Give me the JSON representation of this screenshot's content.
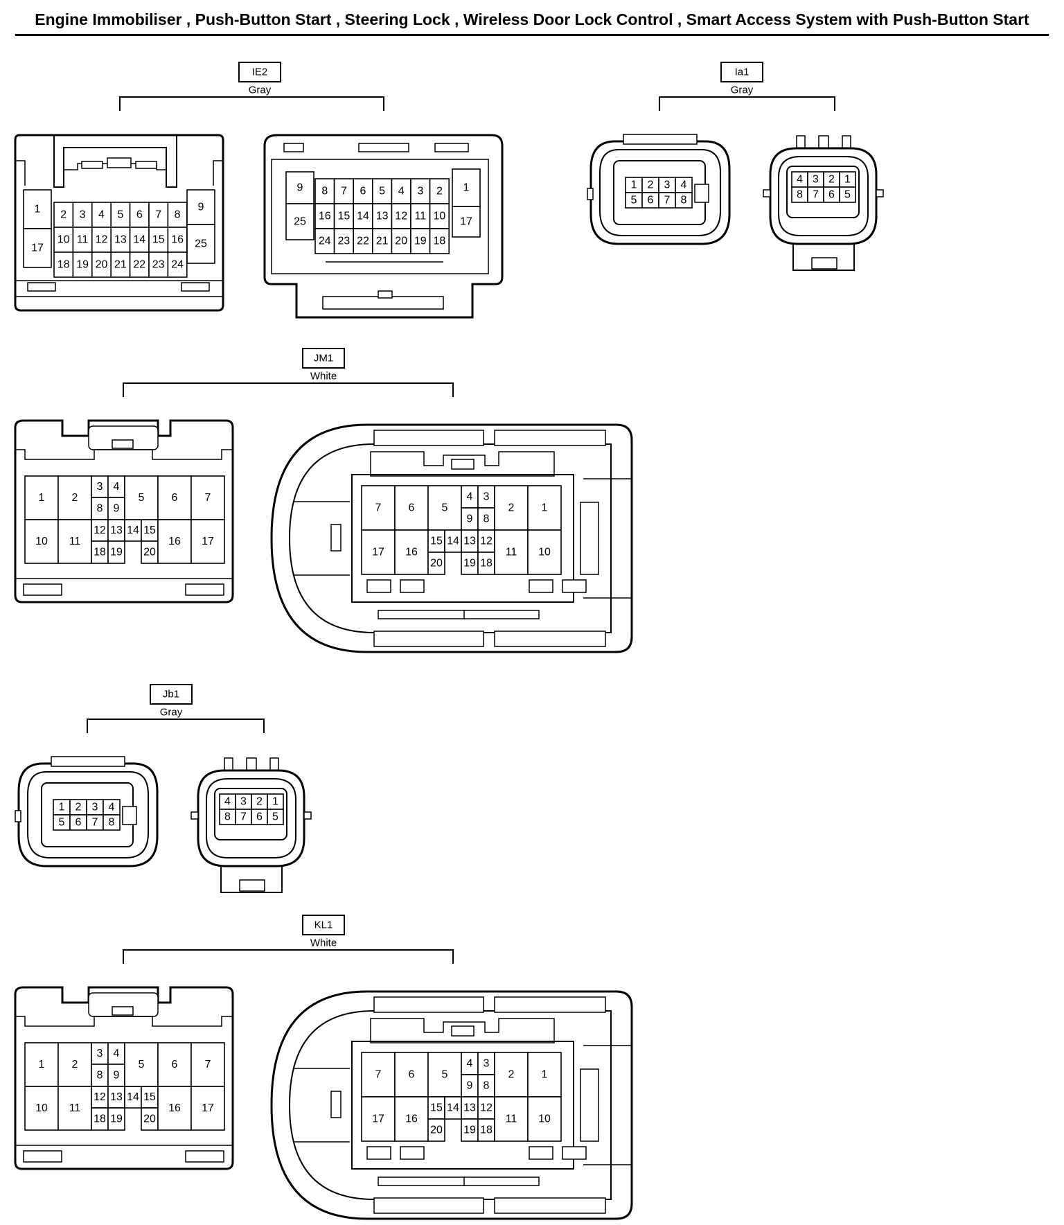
{
  "page": {
    "title": "Engine Immobiliser , Push-Button Start , Steering Lock , Wireless Door Lock Control , Smart Access System with Push-Button Start"
  },
  "connectors": {
    "IE2": {
      "code": "IE2",
      "color": "Gray",
      "left_pins": {
        "row1": [
          "1",
          "2",
          "3",
          "4",
          "5",
          "6",
          "7",
          "8",
          "9"
        ],
        "row2": [
          "17",
          "10",
          "11",
          "12",
          "13",
          "14",
          "15",
          "16",
          "25"
        ],
        "row3": [
          "18",
          "19",
          "20",
          "21",
          "22",
          "23",
          "24"
        ]
      },
      "right_pins": {
        "row1": [
          "9",
          "8",
          "7",
          "6",
          "5",
          "4",
          "3",
          "2",
          "1"
        ],
        "row2": [
          "25",
          "16",
          "15",
          "14",
          "13",
          "12",
          "11",
          "10",
          "17"
        ],
        "row3": [
          "24",
          "23",
          "22",
          "21",
          "20",
          "19",
          "18"
        ]
      }
    },
    "Ia1": {
      "code": "Ia1",
      "color": "Gray",
      "left_pins": {
        "row1": [
          "1",
          "2",
          "3",
          "4"
        ],
        "row2": [
          "5",
          "6",
          "7",
          "8"
        ]
      },
      "right_pins": {
        "row1": [
          "4",
          "3",
          "2",
          "1"
        ],
        "row2": [
          "8",
          "7",
          "6",
          "5"
        ]
      }
    },
    "JM1": {
      "code": "JM1",
      "color": "White",
      "left_pins": [
        "1",
        "2",
        "3",
        "4",
        "5",
        "6",
        "7",
        "8",
        "9",
        "10",
        "11",
        "12",
        "13",
        "14",
        "15",
        "16",
        "17",
        "18",
        "19",
        "20"
      ],
      "right_pins": [
        "7",
        "6",
        "5",
        "4",
        "3",
        "2",
        "1",
        "9",
        "8",
        "17",
        "16",
        "15",
        "14",
        "13",
        "12",
        "11",
        "10",
        "20",
        "19",
        "18"
      ]
    },
    "Jb1": {
      "code": "Jb1",
      "color": "Gray",
      "left_pins": {
        "row1": [
          "1",
          "2",
          "3",
          "4"
        ],
        "row2": [
          "5",
          "6",
          "7",
          "8"
        ]
      },
      "right_pins": {
        "row1": [
          "4",
          "3",
          "2",
          "1"
        ],
        "row2": [
          "8",
          "7",
          "6",
          "5"
        ]
      }
    },
    "KL1": {
      "code": "KL1",
      "color": "White",
      "left_pins": [
        "1",
        "2",
        "3",
        "4",
        "5",
        "6",
        "7",
        "8",
        "9",
        "10",
        "11",
        "12",
        "13",
        "14",
        "15",
        "16",
        "17",
        "18",
        "19",
        "20"
      ],
      "right_pins": [
        "7",
        "6",
        "5",
        "4",
        "3",
        "2",
        "1",
        "9",
        "8",
        "17",
        "16",
        "15",
        "14",
        "13",
        "12",
        "11",
        "10",
        "20",
        "19",
        "18"
      ]
    }
  }
}
